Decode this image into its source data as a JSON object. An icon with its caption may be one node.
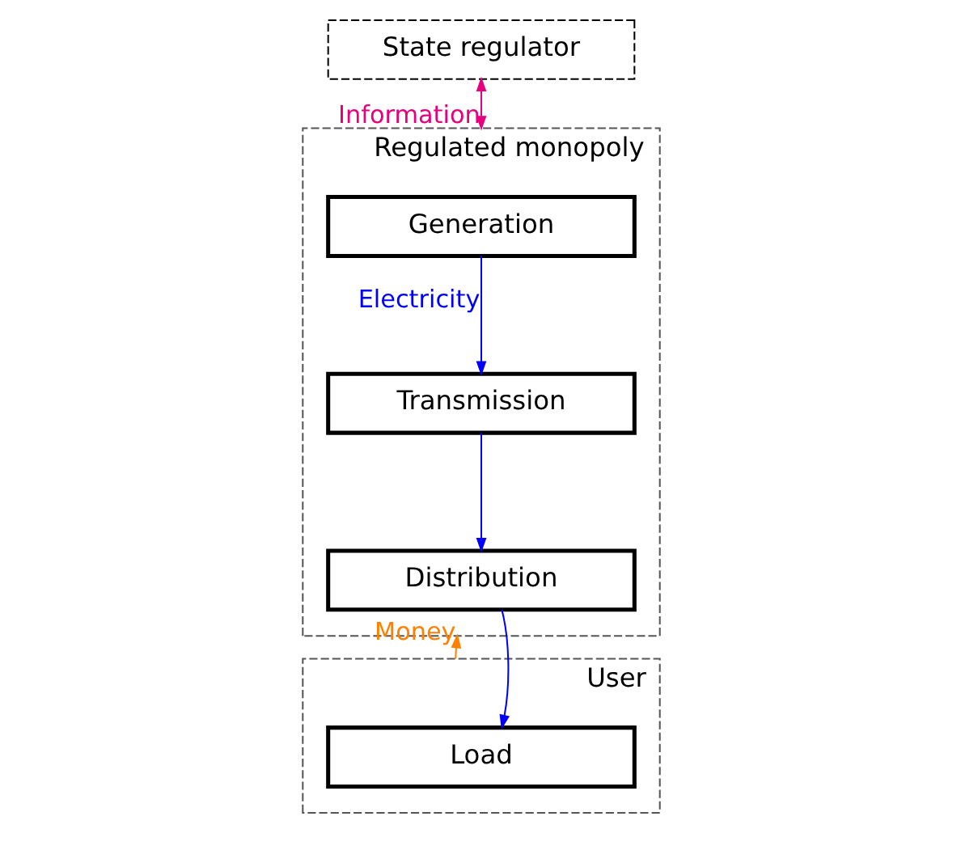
{
  "diagram": {
    "nodes": [
      {
        "text": [
          "State regulator"
        ]
      },
      {
        "text": [
          "Regulated monopoly"
        ]
      },
      {
        "text": [
          "Generation"
        ],
        "in": 1
      },
      {
        "text": [
          "Transmission"
        ],
        "in": 1
      },
      {
        "text": [
          "Distribution"
        ],
        "in": 1
      },
      {
        "text": [
          "User"
        ]
      },
      {
        "text": [
          "Load"
        ],
        "in": 5
      }
    ],
    "edges": [
      {
        "from": 0,
        "to": 1,
        "arrow": "both",
        "label": "Information",
        "color": "#e6007e"
      },
      {
        "from": 2,
        "to": 3,
        "arrow": "to",
        "label": "Electricity"
      },
      {
        "from": 3,
        "to": 4,
        "arrow": "to"
      },
      {
        "from": 4,
        "to": 6,
        "arrow": "to"
      },
      {
        "from": 5,
        "to": 1,
        "arrow": "to",
        "label": "Money",
        "color": "#ff8000"
      }
    ]
  }
}
